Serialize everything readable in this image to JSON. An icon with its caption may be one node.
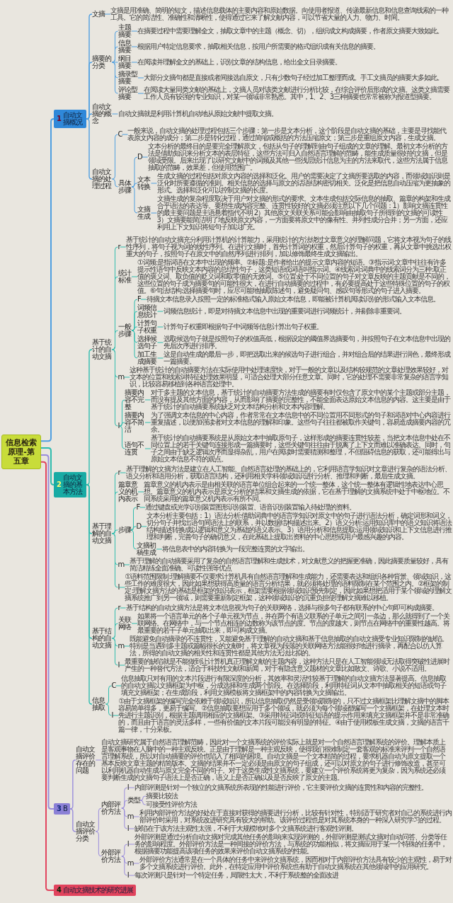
{
  "diagram": {
    "nodes": [
      {
        "text": [
          "信息检索原理-第五章"
        ]
      },
      {
        "text": [
          "1",
          "自动文摘概况"
        ]
      },
      {
        "text": [
          "文摘"
        ]
      },
      {
        "text": [
          "文摘是用准确、简明的短文，描述信息载体的主要内容和原始数据。向使用者报道、传递最新信息和信息查询线索的一种工具。它的简洁性、准确性和清晰性，使得通过它来了解文献内容，可以节省大量的人力、物力、时间。"
        ]
      },
      {
        "text": [
          "摘要的分类"
        ]
      },
      {
        "text": [
          "主题摘要"
        ]
      },
      {
        "text": [
          "在摘要过程中需要理解全文，抽取文章中的主题（概念、切），组织成文构成摘要，作者原文摘要大致如此。"
        ]
      },
      {
        "text": [
          "信息摘要"
        ]
      },
      {
        "text": [
          "根据用户特定信息要求，抽取相关信息，按用户所需要的格式组织成有关信息的摘要。"
        ]
      },
      {
        "text": [
          "纲目摘要"
        ]
      },
      {
        "text": [
          "在阅读并理解全文的基础上，识别文章的结构信息，给出全文目录摘要。"
        ]
      },
      {
        "text": [
          "摘录型摘要"
        ]
      },
      {
        "text": [
          "大部分文摘句都是直接或者间接选自原文，只有少数句子经过加工整理而成。手工文摘员的摘要大多如此。"
        ]
      },
      {
        "text": [
          "评论型摘要"
        ]
      },
      {
        "text": [
          "在阅读大量同类文献的基础上，文摘人员对该类文献进行分析比较，在综合评价后形成的文摘。这类文摘需要工作人员有较强的专业知识，对某一领域非常熟悉。其中，1、2、3三种摘要也常常被称为报道型摘要。"
        ]
      },
      {
        "text": [
          "自动文摘的概念"
        ]
      },
      {
        "text": [
          "自动文摘就是利用计算机自动地从原始文献中提取文摘。"
        ]
      },
      {
        "text": [
          "自动文摘的处理过程"
        ]
      },
      {
        "text": [
          "C"
        ]
      },
      {
        "text": [
          "一般来说，自动文摘的处理过程包括三个步骤：第一步是文本分析，这个阶段是自动文摘的基础，主要是寻找能代表原文内容的成分；第二步是转化过程，通过简缩或概括的方法压缩原文；第三步是重组原文内容，生成文摘。"
        ]
      },
      {
        "text": [
          "具体步骤"
        ]
      },
      {
        "text": [
          "D"
        ]
      },
      {
        "text": [
          "文本分析的最终目的是要完全理解原文，包括从句子的理解到由句子组成的文章的理解。最初文本分析的方法是借助知识来分析文本的表层特征，这些方法可归入自然语言理解的范畴，能生成质量很好的文摘，但是领域受限。后来出现了以研究文献中的词频及其他一些浅层统计信息为主的方法来取代，这些方法属于信息抽取的范畴，效果差，但使用范围广。"
        ]
      },
      {
        "text": [
          "文本转换"
        ]
      },
      {
        "text": [
          "生成文摘的过程包括对原文内容的选择和泛化。用户的需要决定了文摘所要选取的内容，而领域知识则是泛化时所要遵循的准则。相关信息的选择与原文的话语结构密切相关。泛化是把信息自动压缩为更抽象的形式。选择和泛化可以控制文摘的长度。"
        ]
      },
      {
        "text": [
          "文摘生成"
        ]
      },
      {
        "text": [
          "文摘生成的复杂程度取决于用户对文摘的形式的要求。文本生成包括交际信息的抽取、篇章的构架和生成合乎语法的表达等。要想生成内容完整、连贯性较好的文摘必须注意以下几个问题：1）影响文摘连贯性的最主要问题是主语悬着指代不明 2）其他原文关联关系可能会影响由抽取句子所得到的文摘的可读性 3）文摘要能简洁明了地反映原文内容，一方面要将原文中的像有性、并列性成分合并；另一方面，还应利用上下文知识将短句子加以扩充。"
        ]
      },
      {
        "text": [
          "2",
          "自动文摘的基本方法"
        ]
      },
      {
        "text": [
          "基于统计的自动文摘"
        ]
      },
      {
        "text": [
          "r"
        ]
      },
      {
        "text": [
          "基于统计的自动文摘充分利用计算机的计算能力，采用统计的方法绕过文章意义的理解问题，它将文本视为句子的线性序列，将句子视为词的线性序列。在进行文摘时，首先计算词的权重，然后计算句子的权重，再从文章中挑选出权重大的句子，按照句子在原文中的自然序列进行排列，加以修饰最终生成文摘输出。"
        ]
      },
      {
        "text": [
          "统计标准"
        ]
      },
      {
        "text": [
          "①词频:是指词语在文本中出现的频率。②标题:是作者给出的提示文章内容的短语。③指示词:文章中往往有许多提示性语句中反映文本内容的总结性句子，这类短语或词语叫指示词。④线索词:词典中的线索词分为三种:取正值的褒义词、取负值的贬义词和取零值的无效词。⑤位置:处于不同位置的句子对文章反映的主题贡献是不同的，这些位置的句子成为摘要句的可能性很大，在进行自动摘要的过程中，有必要提高处于这些特殊位置的句子的权值。⑥句法结构:选择摘要句时，应尽可能地抽取陈述句，避免疑问句、感叹句等形式的句子进入摘要。"
        ]
      },
      {
        "text": [
          "一般步骤"
        ]
      },
      {
        "text": [
          "F"
        ]
      },
      {
        "text": [
          "待摘文本信息录入按照一定的标准格式输入原始文本信息，即能被计算机阅读识别的形式输入文本信息。"
        ]
      },
      {
        "text": [
          "词频信息统计"
        ]
      },
      {
        "text": [
          "词频信息统计，即是对待摘文本信息中出现的重要词进行词频统计，并剔除非重要词。"
        ]
      },
      {
        "text": [
          "计算句子权重"
        ]
      },
      {
        "text": [
          "计算句子权重即根据句子中词频等信息计算出句子权重。"
        ]
      },
      {
        "text": [
          "选择候选句子"
        ]
      },
      {
        "text": [
          "选取候选句子就是按照句子的权值高低，根据设定的阈值界选摘要句，并按照句子在文本信息中出现的先后次序进行排序。"
        ]
      },
      {
        "text": [
          "加工生成摘要"
        ]
      },
      {
        "text": [
          "这是自动生成的最后一步，即把选取出来的候选句子进行组合，并对组合后的结果进行润色，最终形成一篇摘要。"
        ]
      },
      {
        "text": [
          "m"
        ]
      },
      {
        "text": [
          "这种基于统计的自动摘要方法在实际使用中处理速度快，对于一般的文章以及结构较规范的文章处理效果较好，对文本的位置和线索词特征处理效果明显，可适合处理大部分任意文章。同时，它的处理不需要非常复杂的语言学知识，比较容易移植到各种语言处理中。"
        ]
      },
      {
        "text": [
          "I"
        ]
      },
      {
        "text": [
          "摘要内容不完整"
        ]
      },
      {
        "text": [
          "对于多主题的文本信息，基于统计的自动摘要方法生成的摘要有时仅包含了原文中的某个主题或部分主题，而没有提及其他方面的内容，从而影响了摘要的完整性，不能全面表达原始文本信息的内容。这主要是由于基于统计的自动摘要系统缺乏对文本结构分析和文本内容理解。"
        ]
      },
      {
        "text": [
          "摘要内容不简洁"
        ]
      },
      {
        "text": [
          "为了强调文本信息的中心内容，作者常常在文本信息中的不同位置用不同形式的句子和词语对中心内容进行重复描述，以便加强读者对文本信息的理解和印象。这些句子往往都被取作关键句，容易造成摘要内容的冗余。"
        ]
      },
      {
        "text": [
          "语句不连贯"
        ]
      },
      {
        "text": [
          "基于统计的自动摘要系统是从原始文本中抽取原句子，这样形成的摘要连贯性较差，当把文本信息中处在不同位置上的若干关键句连接形成一篇摘要时，这些关键句往往由于脱离了上下文而难以准确表达。同时，句子之间由于缺乏逻辑次序而显得杂乱，用户在阅读时需要猜测和整理，不但阻碍信息的获取，还可能得出与原始文本信息不符的观点。"
        ]
      },
      {
        "text": [
          "基于理解的自动文摘"
        ]
      },
      {
        "text": [
          "r"
        ]
      },
      {
        "text": [
          "基于理解的文摘方法是建立在人工智能、自然语言处理的基础上的，它利用语言学知识对文章进行复杂的语法分析、语义分析和语用分析，获取语言结构，还利用相关学科领域知识进行分析、推理和判断，最后生成文摘。"
        ]
      },
      {
        "text": [
          "篇章意义的机内表示"
        ]
      },
      {
        "text": [
          "篇章意义的机内表示是由相关联的语言单位组合起来的一个统一整体，这个统一整体有逻辑性地表达中心思想。篇章意义的机内表示是原文分析的结果和文摘生成的依据，它在基于理解的文摘系统中处于中枢地位。不同系统采用的篇章意义机内表示有所不同。"
        ]
      },
      {
        "text": [
          "步骤"
        ]
      },
      {
        "text": [
          "F"
        ]
      },
      {
        "text": [
          "通过键盘或光学识别装置图形识别装置、语音识别装置输入待处理的资料。"
        ]
      },
      {
        "text": [
          "D"
        ]
      },
      {
        "text": [
          "文本分析主要包括：1）语法分析:借助词典中的语言学知识对原文中的句子进行语法分析，确定词形和词义，切分句子并找出语句间语法上的联系，并以数据结构描述出来。2）语义分析:运用知识库中的语义知识将语法结构描述转换成以逻辑和意义为基础的语义表示。3）语用分析和信息提取:运用领域知识和上下文信息进行推理和判断，完善句子的确切意义，在此基础上提取出资料的中心思想或用户最感兴趣的内容。"
        ]
      },
      {
        "text": [
          "文摘初稿生成"
        ]
      },
      {
        "text": [
          "将信息表中的内容转换为一段完整连贯的文字输出。"
        ]
      },
      {
        "text": [
          "m"
        ]
      },
      {
        "text": [
          "基于理解的自动摘要采用了复杂的自然语言理解和生成技术，对文献意义的把握更准确，因此摘要质量较好，具有简洁精练全面准确、可读性强等优点"
        ]
      },
      {
        "text": [
          "I"
        ]
      },
      {
        "text": [
          "①语料范围限制:理解摘要不仅要求计算机具有自然语言理解和生成能力，还需要表达和组织各种背景、领域知识，这些工作的难度很大，因此如果想获得高质量的语言分析结果，就必须将处理的语料限制在某个范围之内。②框架的制定:理解文摘方法的基础是框架的知识表示，框架需要根据领域知识预先制定，因此如果想把适用于某个领域的理解文摘系统推广到另一领域，则需要重新制定框架，这种领域知识的沉重负担使理解文摘难以移植。"
        ]
      },
      {
        "text": [
          "基于结构的自动文摘"
        ]
      },
      {
        "text": [
          "r"
        ]
      },
      {
        "text": [
          "基于结构的自动文摘方法是将文本信息视为句子的关联网络，选择与很多句子都有联系的中心句即可构成摘要。"
        ]
      },
      {
        "text": [
          "关联网络"
        ]
      },
      {
        "text": [
          "如果将一个语言单元的各个子单元视为节点，并在两个有语义联系的子单元之间引一条边，那么就得到了一个关联网络。在网络中，与一个节点相连的边数称为该节点的度。节点的度越大，则节点在网络中的重要性越高。将最重要的若干子单元抽取出来，即可构成文摘。"
        ]
      },
      {
        "text": [
          "m"
        ]
      },
      {
        "text": [
          "既能避免自动摘录的不连贯性，又能避免基于理解的自动文摘和基于信息抽取的自动文摘受专业知识限制的缺陷。特别是当遇到多主题或篇幅很长的文献时，将文章视为段落的关联网络方法能很好地进行摘录，再配合以仿人算法，所得的自动文摘的相关性和连贯性都是其他方法无法比拟的。"
        ]
      },
      {
        "text": [
          "I"
        ]
      },
      {
        "text": [
          "最重要的缺陷就是不能做到让计算机真正理解文献的主题内容，这种方法只是在人工智能领域无法取得突破性进展时产生的一种替代方法，适合于科技性文献和新闻，对于有隐含意义题材的文章比如散文、诗歌、小说不适用。"
        ]
      },
      {
        "text": [
          "信息抽取"
        ]
      },
      {
        "text": [
          "C"
        ]
      },
      {
        "text": [
          "信息抽取只对有用的文本片段进行有限深度的分析，其效率和灵活性较基于理解的自动文摘方法显著提高。信息抽取的自动文摘以文摘框架为中枢，分成选择和生成两个阶段。在选择阶段，利用特征词从文本中抽取相关的短语或句子填充文摘框架；在生成阶段，利用文摘模板将文摘框架中的内容转换为文摘输出。"
        ]
      },
      {
        "text": [
          "I"
        ]
      },
      {
        "text": [
          "①由于文摘框架的编写完全依赖于领域知识，所以信息抽取仍然是受领域限制的，只不过文摘框架比理解文摘中的脚本容易简单得多，更易于编写。②信息抽取要想应用于多个领域，就必须为每个领域都编写一个文摘框架，在处理文本时先进行主题识别，根据主题调用相应的文摘框架。③采用特征词或特征短语的提示作用来填充文摘框架并不是非常准确的，而且由于语言的灵活多样，一些有价值的文本片段可能没有明显的特征。④由于使用模板生成文摘，文摘的语言千篇一律，十分呆板。"
        ]
      },
      {
        "text": [
          "3",
          "B"
        ]
      },
      {
        "text": [
          "自动文摘评价存在的问题"
        ]
      },
      {
        "text": [
          "自动文摘研究属于自然语言理解范畴，因此对一个文摘系统的评价实际上就是对一个自然语言理解系统的评价。理解本质上是客观事物在人脑中的一种主观反映。正是由于理解是一种主观反映，使得我们很难制定一套客观的标准来评判一个自然语言理解系统，所以对自动摘要的评价也陷入了相同的困境。自动文摘是一个文本精简的过程，要求机器自动为原文提取一个基本反映文章主题的精简版本。文摘的结果并不一定必须是由原文的句子组成，还可以对原文的句子进行修饰改造，甚至可以利用机器自动生成与原文完全不同的句子。对于这类生成性文摘系统，要建立一个评价系统将更为复杂，因为系统还必须要判断生成的文摘句子语法上是否正确，语义上是否正确以及是否反映了原文的主题。"
        ]
      },
      {
        "text": [
          "自动文摘评价分类"
        ]
      },
      {
        "text": [
          "内部评价方法"
        ]
      },
      {
        "text": [
          "I"
        ]
      },
      {
        "text": [
          "内部评测是针对一个独立的文摘系统所表现的性能进行评价，它主要评价文摘的连贯性和内容的完整性。"
        ]
      },
      {
        "text": [
          "类型"
        ]
      },
      {
        "text": [
          "摘要比较法"
        ]
      },
      {
        "text": [
          "可接受性评价方法"
        ]
      },
      {
        "text": [
          "m"
        ]
      },
      {
        "text": [
          "利用内部评价方法的好处在于直接对获得的摘要进行分析，比较有针对性，特别适于研究者对自己的系统进行内部评价时采用，对系统改进研究具有较大的帮助。该评价过程也是对其系统本身的一种深入研究学习的过程。"
        ]
      },
      {
        "text": [
          "I"
        ]
      },
      {
        "text": [
          "缺陷在于该方法主观性太强，不利于大规模地对多个文摘系统进行客观性评测。"
        ]
      },
      {
        "text": [
          "外部评价方法"
        ]
      },
      {
        "text": [
          "I"
        ]
      },
      {
        "text": [
          "外部评测是通过分析自动文摘对完成其他任务的影响来实现评测的，外部评测是测试文摘对自动问答、分类等任务的影响程度。外部评价方法是一种间接的评价方法，与系统的功能相似，将文摘应用于某一个特殊的任务中，根据摘要功能提高该项任务的效果来评价自动文摘系统的性能。"
        ]
      },
      {
        "text": [
          "m"
        ]
      },
      {
        "text": [
          "外部评价方法通常是在一个具体的任务中来评价文摘系统，因而相对于内部评价方法具有较少的主观性，易于对多个文摘系统进行评价。此外，在特定应用中评价系统也有助于自动文摘系统在其他领域中的应用研究。"
        ]
      },
      {
        "text": [
          "I"
        ]
      },
      {
        "text": [
          "每次评测只是针对一个特定任务，局限性太大，不利于系统整的全面改进"
        ]
      },
      {
        "text": [
          "4",
          "自动文摘技术的研究进展"
        ]
      }
    ],
    "edges": [
      {
        "from": 0,
        "to": 1,
        "arrow": "none",
        "color": "#4f9fe0"
      },
      {
        "from": 1,
        "to": 2,
        "arrow": "none",
        "color": "#4f9fe0"
      },
      {
        "from": 2,
        "to": 3,
        "arrow": "none",
        "color": "#4f9fe0"
      },
      {
        "from": 1,
        "to": 4,
        "arrow": "none",
        "color": "#4f9fe0"
      },
      {
        "from": 4,
        "to": 5,
        "arrow": "none",
        "color": "#4f9fe0"
      },
      {
        "from": 5,
        "to": 6,
        "arrow": "none",
        "color": "#4f9fe0"
      },
      {
        "from": 4,
        "to": 7,
        "arrow": "none",
        "color": "#4f9fe0"
      },
      {
        "from": 7,
        "to": 8,
        "arrow": "none",
        "color": "#4f9fe0"
      },
      {
        "from": 4,
        "to": 9,
        "arrow": "none",
        "color": "#4f9fe0"
      },
      {
        "from": 9,
        "to": 10,
        "arrow": "none",
        "color": "#4f9fe0"
      },
      {
        "from": 4,
        "to": 11,
        "arrow": "none",
        "color": "#4f9fe0"
      },
      {
        "from": 11,
        "to": 12,
        "arrow": "none",
        "color": "#4f9fe0"
      },
      {
        "from": 4,
        "to": 13,
        "arrow": "none",
        "color": "#4f9fe0"
      },
      {
        "from": 13,
        "to": 14,
        "arrow": "none",
        "color": "#4f9fe0"
      },
      {
        "from": 1,
        "to": 15,
        "arrow": "none",
        "color": "#4f9fe0"
      },
      {
        "from": 15,
        "to": 16,
        "arrow": "none",
        "color": "#4f9fe0"
      },
      {
        "from": 1,
        "to": 17,
        "arrow": "none",
        "color": "#4f9fe0"
      },
      {
        "from": 17,
        "to": 18,
        "arrow": "none",
        "color": "#4f9fe0"
      },
      {
        "from": 18,
        "to": 19,
        "arrow": "none",
        "color": "#4f9fe0"
      },
      {
        "from": 17,
        "to": 20,
        "arrow": "none",
        "color": "#4f9fe0"
      },
      {
        "from": 20,
        "to": 21,
        "arrow": "none",
        "color": "#4f9fe0"
      },
      {
        "from": 21,
        "to": 22,
        "arrow": "none",
        "color": "#4f9fe0"
      },
      {
        "from": 20,
        "to": 23,
        "arrow": "none",
        "color": "#4f9fe0"
      },
      {
        "from": 23,
        "to": 24,
        "arrow": "none",
        "color": "#4f9fe0"
      },
      {
        "from": 20,
        "to": 25,
        "arrow": "none",
        "color": "#4f9fe0"
      },
      {
        "from": 25,
        "to": 26,
        "arrow": "none",
        "color": "#4f9fe0"
      },
      {
        "from": 0,
        "to": 27,
        "arrow": "none"
      },
      {
        "from": 27,
        "to": 28,
        "arrow": "none"
      },
      {
        "from": 28,
        "to": 29,
        "arrow": "none"
      },
      {
        "from": 29,
        "to": 30,
        "arrow": "none"
      },
      {
        "from": 28,
        "to": 31,
        "arrow": "none"
      },
      {
        "from": 31,
        "to": 32,
        "arrow": "none"
      },
      {
        "from": 28,
        "to": 33,
        "arrow": "none"
      },
      {
        "from": 33,
        "to": 34,
        "arrow": "none"
      },
      {
        "from": 34,
        "to": 35,
        "arrow": "none"
      },
      {
        "from": 33,
        "to": 36,
        "arrow": "none"
      },
      {
        "from": 36,
        "to": 37,
        "arrow": "none"
      },
      {
        "from": 33,
        "to": 38,
        "arrow": "none"
      },
      {
        "from": 38,
        "to": 39,
        "arrow": "none"
      },
      {
        "from": 33,
        "to": 40,
        "arrow": "none"
      },
      {
        "from": 40,
        "to": 41,
        "arrow": "none"
      },
      {
        "from": 33,
        "to": 42,
        "arrow": "none"
      },
      {
        "from": 42,
        "to": 43,
        "arrow": "none"
      },
      {
        "from": 28,
        "to": 44,
        "arrow": "none"
      },
      {
        "from": 44,
        "to": 45,
        "arrow": "none"
      },
      {
        "from": 28,
        "to": 46,
        "arrow": "none"
      },
      {
        "from": 46,
        "to": 47,
        "arrow": "none"
      },
      {
        "from": 47,
        "to": 48,
        "arrow": "none"
      },
      {
        "from": 46,
        "to": 49,
        "arrow": "none"
      },
      {
        "from": 49,
        "to": 50,
        "arrow": "none"
      },
      {
        "from": 46,
        "to": 51,
        "arrow": "none"
      },
      {
        "from": 51,
        "to": 52,
        "arrow": "none"
      },
      {
        "from": 27,
        "to": 53,
        "arrow": "none"
      },
      {
        "from": 53,
        "to": 54,
        "arrow": "none"
      },
      {
        "from": 54,
        "to": 55,
        "arrow": "none"
      },
      {
        "from": 53,
        "to": 56,
        "arrow": "none"
      },
      {
        "from": 56,
        "to": 57,
        "arrow": "none"
      },
      {
        "from": 53,
        "to": 58,
        "arrow": "none"
      },
      {
        "from": 58,
        "to": 59,
        "arrow": "none"
      },
      {
        "from": 59,
        "to": 60,
        "arrow": "none"
      },
      {
        "from": 58,
        "to": 61,
        "arrow": "none"
      },
      {
        "from": 61,
        "to": 62,
        "arrow": "none"
      },
      {
        "from": 58,
        "to": 63,
        "arrow": "none"
      },
      {
        "from": 63,
        "to": 64,
        "arrow": "none"
      },
      {
        "from": 53,
        "to": 65,
        "arrow": "none"
      },
      {
        "from": 65,
        "to": 66,
        "arrow": "none"
      },
      {
        "from": 53,
        "to": 67,
        "arrow": "none"
      },
      {
        "from": 67,
        "to": 68,
        "arrow": "none"
      },
      {
        "from": 27,
        "to": 69,
        "arrow": "none"
      },
      {
        "from": 69,
        "to": 70,
        "arrow": "none"
      },
      {
        "from": 70,
        "to": 71,
        "arrow": "none"
      },
      {
        "from": 69,
        "to": 72,
        "arrow": "none"
      },
      {
        "from": 72,
        "to": 73,
        "arrow": "none"
      },
      {
        "from": 69,
        "to": 74,
        "arrow": "none"
      },
      {
        "from": 74,
        "to": 75,
        "arrow": "none"
      },
      {
        "from": 69,
        "to": 76,
        "arrow": "none"
      },
      {
        "from": 76,
        "to": 77,
        "arrow": "none"
      },
      {
        "from": 27,
        "to": 78,
        "arrow": "none"
      },
      {
        "from": 78,
        "to": 79,
        "arrow": "none"
      },
      {
        "from": 79,
        "to": 80,
        "arrow": "none"
      },
      {
        "from": 78,
        "to": 81,
        "arrow": "none"
      },
      {
        "from": 81,
        "to": 82,
        "arrow": "none"
      },
      {
        "from": 0,
        "to": 83,
        "arrow": "none",
        "color": "#9a8ddc"
      },
      {
        "from": 83,
        "to": 84,
        "arrow": "none",
        "color": "#9a8ddc"
      },
      {
        "from": 84,
        "to": 85,
        "arrow": "none",
        "color": "#9a8ddc"
      },
      {
        "from": 83,
        "to": 86,
        "arrow": "none",
        "color": "#9a8ddc"
      },
      {
        "from": 86,
        "to": 87,
        "arrow": "none",
        "color": "#9a8ddc"
      },
      {
        "from": 87,
        "to": 88,
        "arrow": "none",
        "color": "#9a8ddc"
      },
      {
        "from": 88,
        "to": 89,
        "arrow": "none",
        "color": "#9a8ddc"
      },
      {
        "from": 87,
        "to": 90,
        "arrow": "none",
        "color": "#9a8ddc"
      },
      {
        "from": 90,
        "to": 91,
        "arrow": "none",
        "color": "#9a8ddc"
      },
      {
        "from": 90,
        "to": 92,
        "arrow": "none",
        "color": "#9a8ddc"
      },
      {
        "from": 87,
        "to": 93,
        "arrow": "none",
        "color": "#9a8ddc"
      },
      {
        "from": 93,
        "to": 94,
        "arrow": "none",
        "color": "#9a8ddc"
      },
      {
        "from": 87,
        "to": 95,
        "arrow": "none",
        "color": "#9a8ddc"
      },
      {
        "from": 95,
        "to": 96,
        "arrow": "none",
        "color": "#9a8ddc"
      },
      {
        "from": 86,
        "to": 97,
        "arrow": "none",
        "color": "#9a8ddc"
      },
      {
        "from": 97,
        "to": 98,
        "arrow": "none",
        "color": "#9a8ddc"
      },
      {
        "from": 98,
        "to": 99,
        "arrow": "none",
        "color": "#9a8ddc"
      },
      {
        "from": 97,
        "to": 100,
        "arrow": "none",
        "color": "#9a8ddc"
      },
      {
        "from": 100,
        "to": 101,
        "arrow": "none",
        "color": "#9a8ddc"
      },
      {
        "from": 97,
        "to": 102,
        "arrow": "none",
        "color": "#9a8ddc"
      },
      {
        "from": 102,
        "to": 103,
        "arrow": "none",
        "color": "#9a8ddc"
      },
      {
        "from": 0,
        "to": 104,
        "arrow": "none",
        "color": "#e2455f"
      }
    ]
  }
}
